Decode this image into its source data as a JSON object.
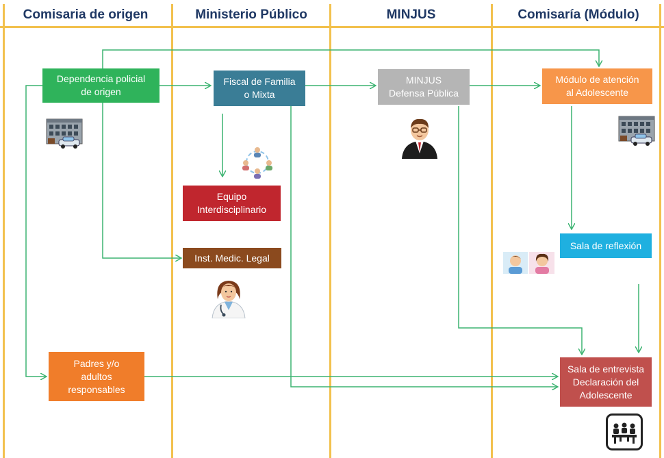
{
  "lanes": [
    {
      "title": "Comisaria de origen"
    },
    {
      "title": "Ministerio Público"
    },
    {
      "title": "MINJUS"
    },
    {
      "title": "Comisaría (Módulo)"
    }
  ],
  "nodes": {
    "dependencia": {
      "line1": "Dependencia policial",
      "line2": "de origen",
      "color": "#2fb35b"
    },
    "fiscal": {
      "line1": "Fiscal de Familia",
      "line2": "o Mixta",
      "color": "#3a7d96"
    },
    "minjus": {
      "line1": "MINJUS",
      "line2": "Defensa Pública",
      "color": "#b5b5b5"
    },
    "modulo": {
      "line1": "Módulo de atención",
      "line2": "al Adolescente",
      "color": "#f7964a"
    },
    "equipo": {
      "line1": "Equipo",
      "line2": "Interdisciplinario",
      "color": "#c0262e"
    },
    "inst": {
      "line1": "Inst. Medic. Legal",
      "color": "#8b4a1e"
    },
    "sala_reflexion": {
      "line1": "Sala de reflexión",
      "color": "#1fb0e0"
    },
    "padres": {
      "line1": "Padres y/o",
      "line2": "adultos",
      "line3": "responsables",
      "color": "#f07d2a"
    },
    "sala_entrevista": {
      "line1": "Sala de entrevista",
      "line2": "Declaración del",
      "line3": "Adolescente",
      "color": "#c0504d"
    }
  },
  "colors": {
    "lane": "#f2c14e",
    "header_text": "#1f3864",
    "arrow": "#3cb371"
  },
  "icons": [
    "police-station-icon",
    "team-circle-icon",
    "lawyer-icon",
    "doctor-icon",
    "children-icon",
    "meeting-icon"
  ]
}
